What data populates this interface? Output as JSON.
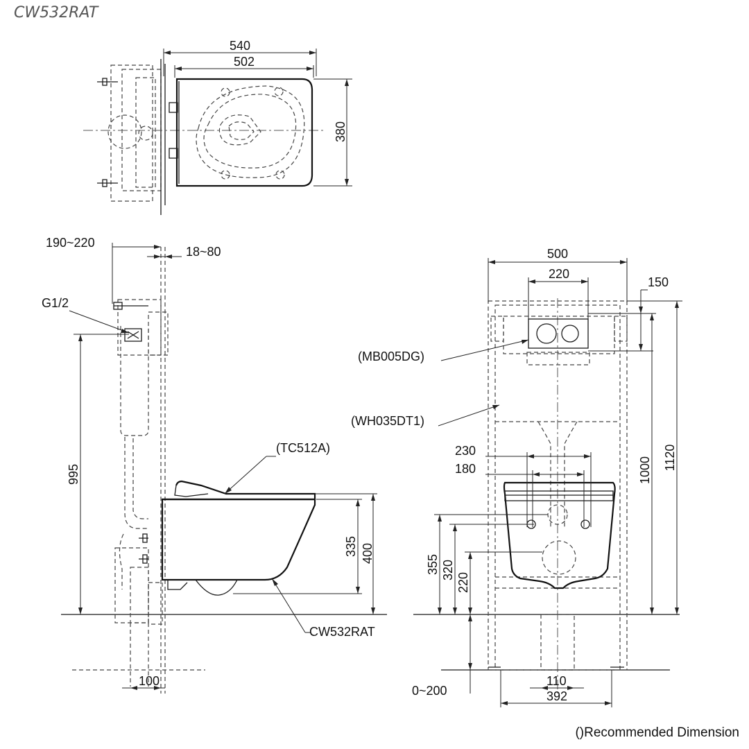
{
  "title": "CW532RAT",
  "note": "()Recommended Dimension",
  "top_view": {
    "overall_width": "540",
    "seat_width": "502",
    "depth": "380"
  },
  "side_view": {
    "wall_offset": "190~220",
    "frame_gap": "18~80",
    "water_connection": "G1/2",
    "inlet_height": "995",
    "seat_label": "(TC512A)",
    "bowl_label": "CW532RAT",
    "bowl_height": "335",
    "seat_height": "400",
    "drain_offset": "100"
  },
  "front_view": {
    "frame_width": "500",
    "plate_width": "220",
    "plate_drop": "150",
    "button_label": "(MB005DG)",
    "frame_label": "(WH035DT1)",
    "bolt_outer": "230",
    "bolt_inner": "180",
    "frame_height": "1000",
    "total_height": "1120",
    "seat_rim_height": "355",
    "mount_height": "320",
    "drain_height": "220",
    "floor_adjust": "0~200",
    "feet_inner": "110",
    "feet_outer": "392"
  }
}
